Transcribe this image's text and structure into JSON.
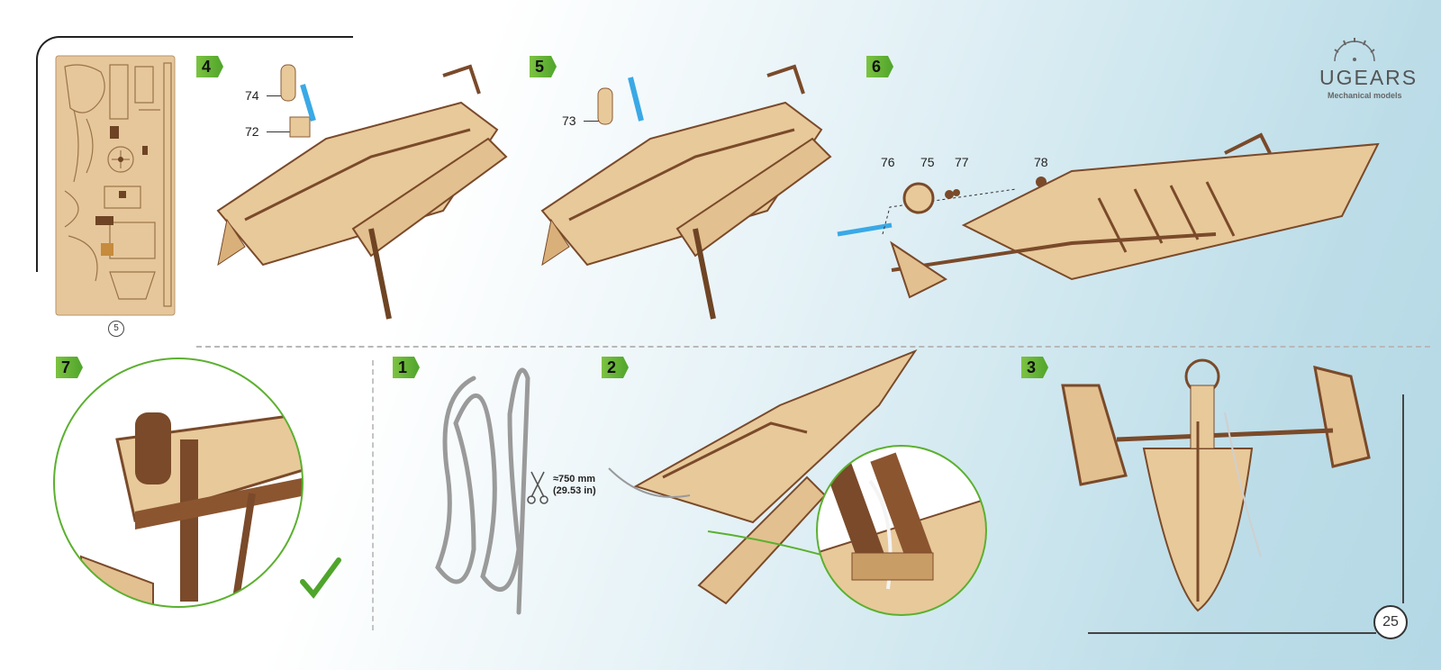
{
  "brand": {
    "name": "UGEARS",
    "tagline": "Mechanical models"
  },
  "page_number": "25",
  "sheet": {
    "number": "5"
  },
  "steps": [
    {
      "number": "4",
      "parts": [
        "74",
        "72"
      ]
    },
    {
      "number": "5",
      "parts": [
        "73"
      ]
    },
    {
      "number": "6",
      "parts": [
        "76",
        "75",
        "77",
        "78"
      ]
    },
    {
      "number": "7"
    },
    {
      "number": "1"
    },
    {
      "number": "2"
    },
    {
      "number": "3"
    }
  ],
  "cord": {
    "length_mm": "≈750 mm",
    "length_in": "(29.53 in)"
  },
  "colors": {
    "step_badge": "#5cb030",
    "arrow": "#3aa9e6",
    "wood_light": "#e8c99a",
    "wood_dark": "#7a4a2a",
    "check": "#5cb030"
  },
  "icons": [
    "ugears-gear-logo",
    "scissors-icon",
    "checkmark-icon",
    "arrow-icon"
  ]
}
